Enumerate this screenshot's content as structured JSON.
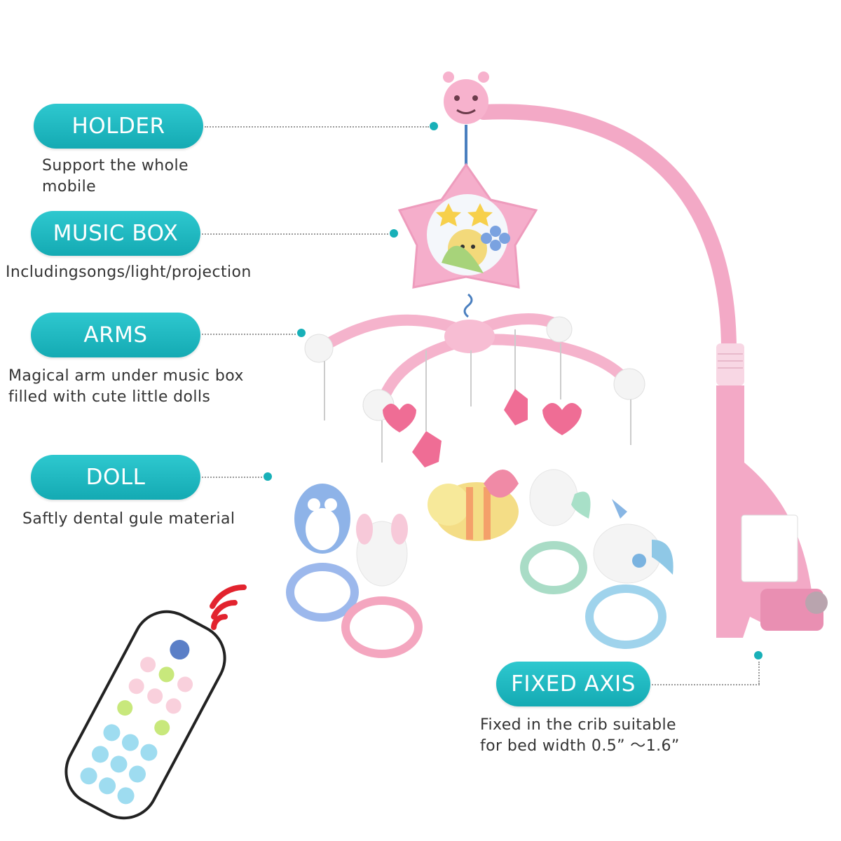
{
  "callouts": [
    {
      "id": "holder",
      "label": "HOLDER",
      "desc": "Support the whole mobile"
    },
    {
      "id": "music_box",
      "label": "MUSIC BOX",
      "desc": "Includingsongs/light/projection"
    },
    {
      "id": "arms",
      "label": "ARMS",
      "desc": "Magical arm under music box filled with cute little dolls"
    },
    {
      "id": "doll",
      "label": "DOLL",
      "desc": "Saftly dental gule material"
    },
    {
      "id": "fixed_axis",
      "label": "FIXED AXIS",
      "desc": "Fixed in the crib suitable for bed width 0.5” ～1.6”"
    }
  ],
  "colors": {
    "accent": "#18b0b8",
    "product_pink": "#f5b3cc",
    "dot": "#18b0b8"
  },
  "icons": [
    "remote-control-icon",
    "wireless-signal-icon",
    "power-icon",
    "baby-mobile-icon",
    "music-box-icon",
    "bee-doll-icon",
    "owl-doll-icon",
    "bunny-doll-icon",
    "unicorn-doll-icon"
  ]
}
